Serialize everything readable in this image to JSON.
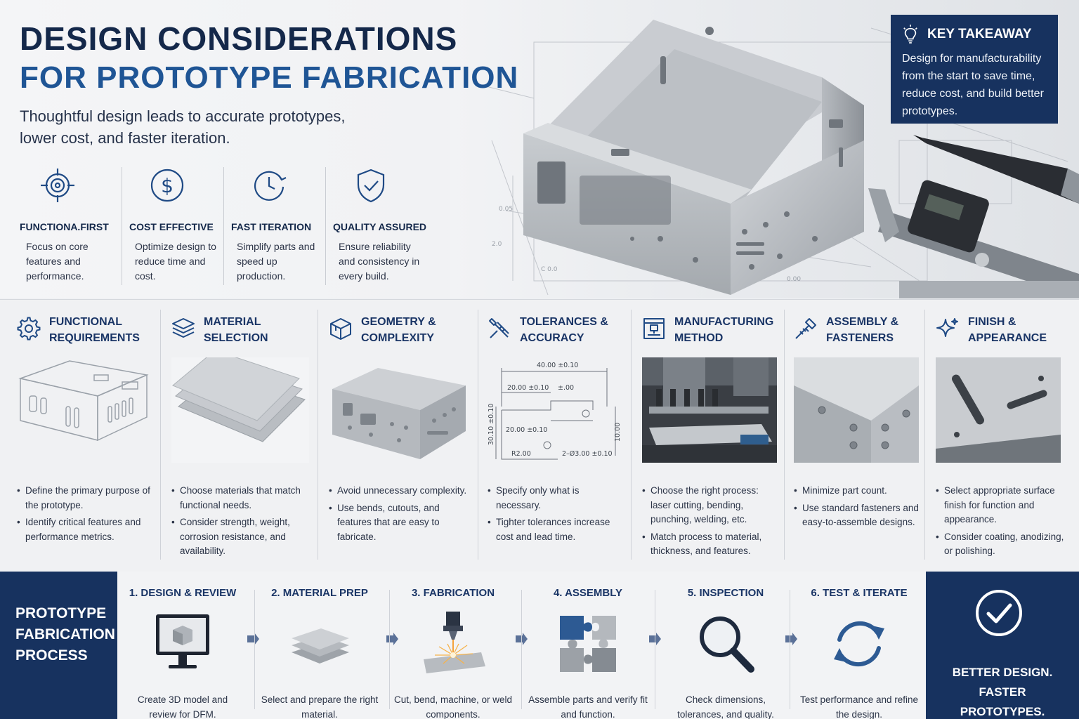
{
  "hero": {
    "title_line1": "DESIGN CONSIDERATIONS",
    "title_line2": "FOR PROTOTYPE FABRICATION",
    "subtitle": "Thoughtful design leads to accurate prototypes, lower cost, and faster iteration.",
    "features": [
      {
        "icon": "target-icon",
        "title": "FUNCTIONA.FIRST",
        "desc": "Focus on core features and performance."
      },
      {
        "icon": "dollar-icon",
        "title": "COST EFFECTIVE",
        "desc": "Optimize design to reduce time and cost."
      },
      {
        "icon": "clock-icon",
        "title": "FAST ITERATION",
        "desc": "Simplify parts and speed up production."
      },
      {
        "icon": "shield-check-icon",
        "title": "QUALITY ASSURED",
        "desc": "Ensure reliability and consistency in every build."
      }
    ]
  },
  "takeaway": {
    "title": "KEY TAKEAWAY",
    "body": "Design for manufacturability from the start to save time, reduce cost, and build better prototypes."
  },
  "considerations": [
    {
      "icon": "gear-icon",
      "title": "FUNCTIONAL REQUIREMENTS",
      "bullets": [
        "Define the primary purpose of the prototype.",
        "Identify critical features and performance metrics."
      ]
    },
    {
      "icon": "layers-icon",
      "title": "MATERIAL SELECTION",
      "bullets": [
        "Choose materials that match functional needs.",
        "Consider strength, weight, corrosion resistance, and availability."
      ]
    },
    {
      "icon": "cube-icon",
      "title": "GEOMETRY & COMPLEXITY",
      "bullets": [
        "Avoid unnecessary complexity.",
        "Use bends, cutouts, and features that are easy to fabricate."
      ]
    },
    {
      "icon": "caliper-icon",
      "title": "TOLERANCES & ACCURACY",
      "bullets": [
        "Specify only what is necessary.",
        "Tighter tolerances increase cost and lead time."
      ]
    },
    {
      "icon": "press-icon",
      "title": "MANUFACTURING METHOD",
      "bullets": [
        "Choose the right process: laser cutting, bending, punching, welding, etc.",
        "Match process to material, thickness, and features."
      ]
    },
    {
      "icon": "screw-icon",
      "title": "ASSEMBLY & FASTENERS",
      "bullets": [
        "Minimize part count.",
        "Use standard fasteners and easy-to-assemble designs."
      ]
    },
    {
      "icon": "sparkle-icon",
      "title": "FINISH & APPEARANCE",
      "bullets": [
        "Select appropriate surface finish for function and appearance.",
        "Consider coating, anodizing, or polishing."
      ]
    }
  ],
  "drawing": {
    "dim_top": "40.00 ±0.10",
    "dim_left_top": "20.00 ±0.10",
    "dim_small": "±.00",
    "dim_mid": "20.00 ±0.10",
    "dim_vert_left": "30.10 ±0.10",
    "dim_vert_right": "10.00",
    "radius": "R2.00",
    "holes": "2–Ø3.00 ±0.10"
  },
  "process": {
    "label": "PROTOTYPE FABRICATION PROCESS",
    "steps": [
      {
        "title": "1. DESIGN & REVIEW",
        "icon": "monitor-icon",
        "desc": "Create 3D model and review for DFM."
      },
      {
        "title": "2. MATERIAL PREP",
        "icon": "sheets-icon",
        "desc": "Select and prepare the right material."
      },
      {
        "title": "3. FABRICATION",
        "icon": "laser-icon",
        "desc": "Cut, bend, machine, or weld components."
      },
      {
        "title": "4. ASSEMBLY",
        "icon": "puzzle-icon",
        "desc": "Assemble parts and verify fit and function."
      },
      {
        "title": "5. INSPECTION",
        "icon": "magnifier-icon",
        "desc": "Check dimensions, tolerances, and quality."
      },
      {
        "title": "6. TEST & ITERATE",
        "icon": "refresh-icon",
        "desc": "Test performance and refine the design."
      }
    ],
    "closing": "BETTER DESIGN. FASTER PROTOTYPES. STRONGER RESULTS."
  },
  "colors": {
    "navy": "#17325f",
    "blue": "#1f5595",
    "text": "#1d2b45"
  }
}
